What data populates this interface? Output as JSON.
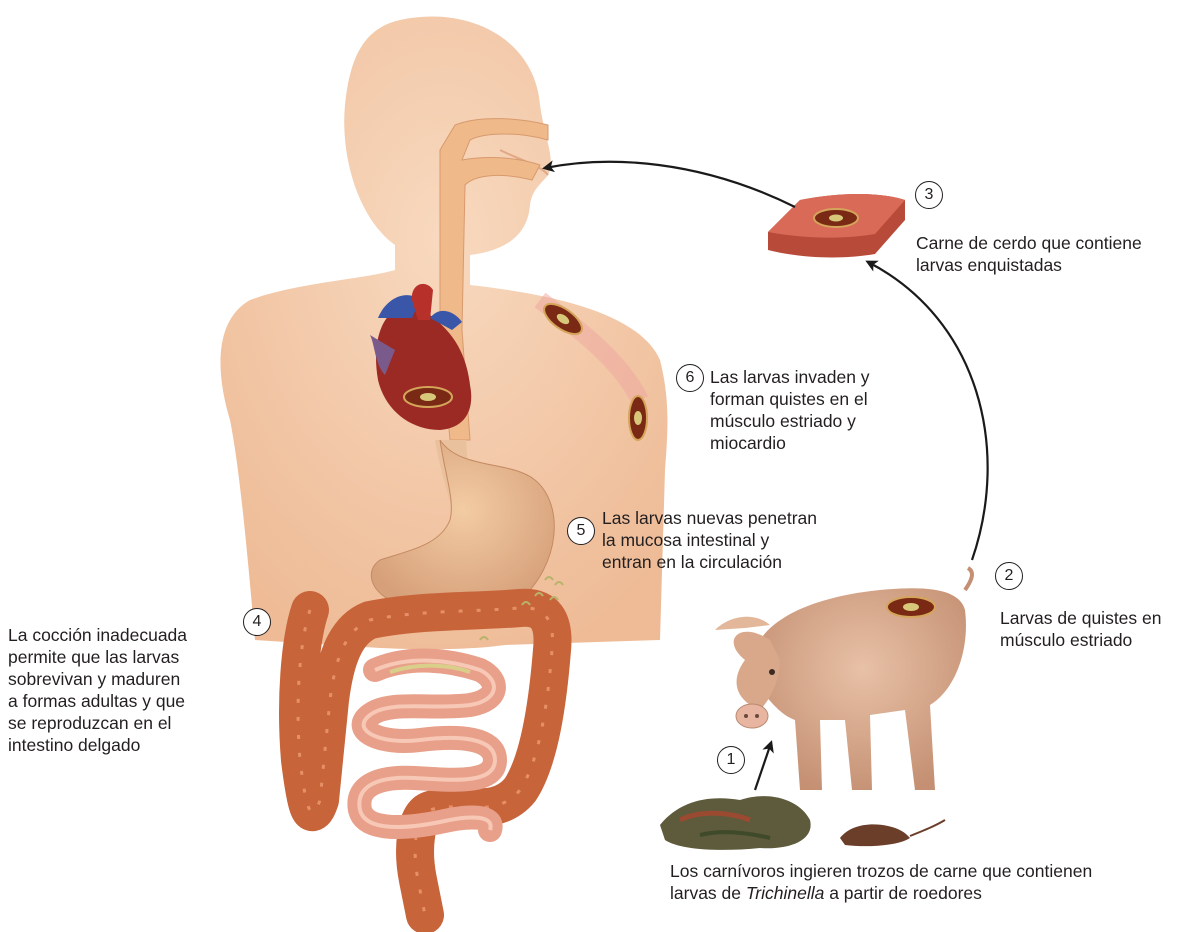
{
  "steps": [
    {
      "number": "1",
      "lines": [
        "Los carnívoros ingieren trozos de carne que contienen"
      ],
      "line2_prefix": "larvas de ",
      "line2_italic": "Trichinella",
      "line2_suffix": " a partir de roedores"
    },
    {
      "number": "2",
      "lines": [
        "Larvas de quistes en",
        "músculo estriado"
      ]
    },
    {
      "number": "3",
      "lines": [
        "Carne de cerdo que contiene",
        "larvas enquistadas"
      ]
    },
    {
      "number": "4",
      "lines": [
        "La cocción inadecuada",
        "permite que las larvas",
        "sobrevivan y maduren",
        "a formas adultas y que",
        "se reproduzcan en el",
        "intestino delgado"
      ]
    },
    {
      "number": "5",
      "lines": [
        "Las larvas nuevas penetran",
        "la mucosa intestinal y",
        "entran en la circulación"
      ]
    },
    {
      "number": "6",
      "lines": [
        "Las larvas invaden y",
        "forman quistes en el",
        "músculo estriado y",
        "miocardio"
      ]
    }
  ],
  "colors": {
    "skin": "#f3c9a6",
    "skin_shadow": "#e5a985",
    "colon": "#c8643a",
    "small_intestine": "#e8a08a",
    "heart": "#9b2a25",
    "vessels_blue": "#3956a8",
    "pork": "#c95a4a",
    "pig": "#d9a88a",
    "cyst": "#7a2a14",
    "arrow": "#1a1a1a"
  }
}
